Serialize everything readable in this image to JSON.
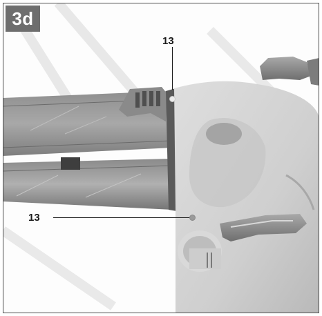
{
  "step": {
    "label": "3d"
  },
  "callouts": [
    {
      "id": "top",
      "label": "13"
    },
    {
      "id": "left",
      "label": "13"
    }
  ],
  "colors": {
    "badge": "#6e6e6e",
    "body_grey": "#d2d2d2",
    "tube_grey": "#9c9c9c"
  }
}
